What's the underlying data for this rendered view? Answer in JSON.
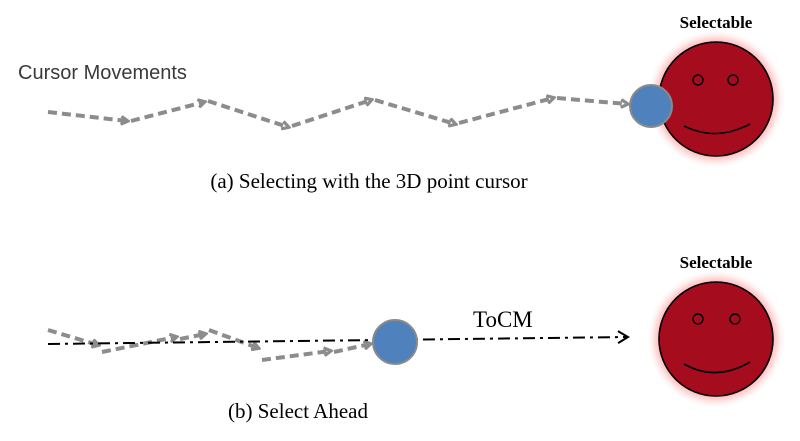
{
  "panel_a": {
    "cursor_label": "Cursor Movements",
    "selectable_label": "Selectable",
    "caption": "(a) Selecting with the 3D point cursor"
  },
  "panel_b": {
    "tocm_label": "ToCM",
    "selectable_label": "Selectable",
    "caption": "(b) Select Ahead"
  },
  "colors": {
    "arrow_gray": "#8c8c8c",
    "cursor_blue": "#4f81bd",
    "cursor_outline": "#8a8a8a",
    "face_fill": "#a50d1e",
    "face_glow": "#ff9a9a",
    "face_outline": "#000000",
    "line_black": "#000000"
  }
}
